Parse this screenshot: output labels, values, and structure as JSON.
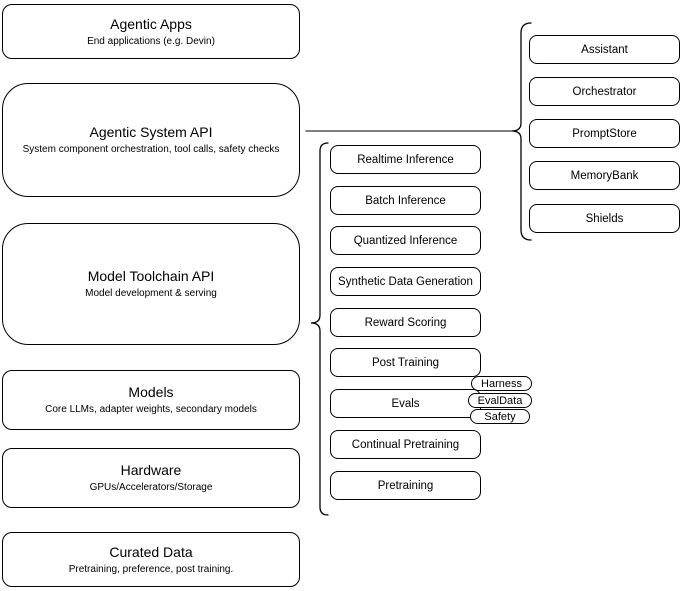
{
  "diagram": {
    "background": "#ffffff",
    "stroke_color": "#000000",
    "text_color": "#000000"
  },
  "left_stack": {
    "items": [
      {
        "title": "Agentic Apps",
        "subtitle": "End applications (e.g. Devin)"
      },
      {
        "title": "Agentic System API",
        "subtitle": "System component orchestration, tool calls, safety checks"
      },
      {
        "title": "Model Toolchain API",
        "subtitle": "Model development & serving"
      },
      {
        "title": "Models",
        "subtitle": "Core LLMs, adapter weights, secondary models"
      },
      {
        "title": "Hardware",
        "subtitle": "GPUs/Accelerators/Storage"
      },
      {
        "title": "Curated Data",
        "subtitle": "Pretraining, preference, post training."
      }
    ]
  },
  "toolchain_services": {
    "items": [
      {
        "label": "Realtime Inference"
      },
      {
        "label": "Batch Inference"
      },
      {
        "label": "Quantized Inference"
      },
      {
        "label": "Synthetic Data Generation"
      },
      {
        "label": "Reward Scoring"
      },
      {
        "label": "Post Training"
      },
      {
        "label": "Evals"
      },
      {
        "label": "Continual Pretraining"
      },
      {
        "label": "Pretraining"
      }
    ],
    "evals_tags": [
      {
        "label": "Harness"
      },
      {
        "label": "EvalData"
      },
      {
        "label": "Safety"
      }
    ]
  },
  "system_components": {
    "items": [
      {
        "label": "Assistant"
      },
      {
        "label": "Orchestrator"
      },
      {
        "label": "PromptStore"
      },
      {
        "label": "MemoryBank"
      },
      {
        "label": "Shields"
      }
    ]
  }
}
